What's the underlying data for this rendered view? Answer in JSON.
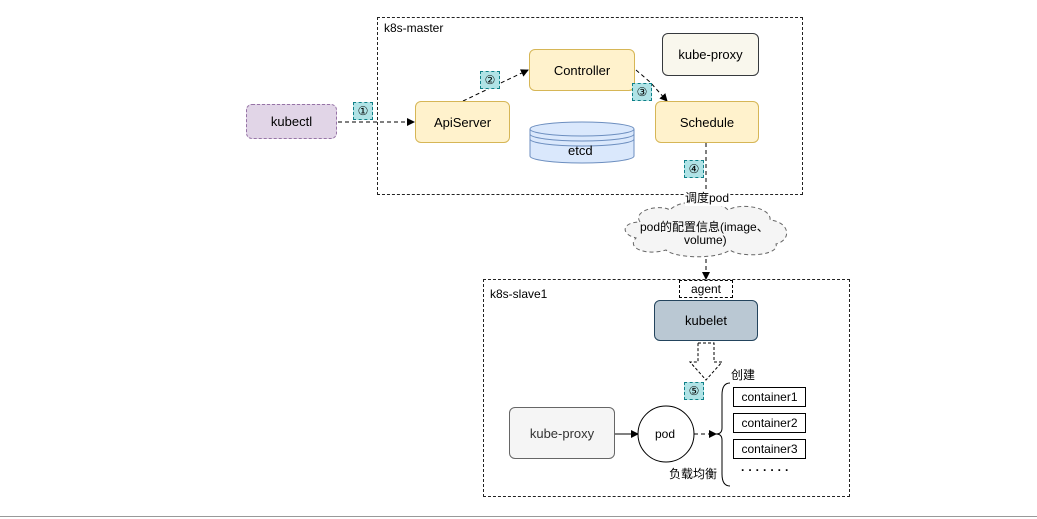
{
  "master": {
    "label": "k8s-master"
  },
  "slave": {
    "label": "k8s-slave1"
  },
  "nodes": {
    "kubectl": "kubectl",
    "apiserver": "ApiServer",
    "controller": "Controller",
    "kube_proxy_master": "kube-proxy",
    "schedule": "Schedule",
    "etcd": "etcd",
    "agent": "agent",
    "kubelet": "kubelet",
    "kube_proxy_slave": "kube-proxy",
    "pod": "pod"
  },
  "steps": [
    "①",
    "②",
    "③",
    "④",
    "⑤"
  ],
  "labels": {
    "schedule_pod": "调度pod",
    "pod_config_line1": "pod的配置信息(image、",
    "pod_config_line2": "volume)",
    "create": "创建",
    "load_balance": "负载均衡",
    "more": "· · · · · · ·"
  },
  "containers": [
    "container1",
    "container2",
    "container3"
  ]
}
